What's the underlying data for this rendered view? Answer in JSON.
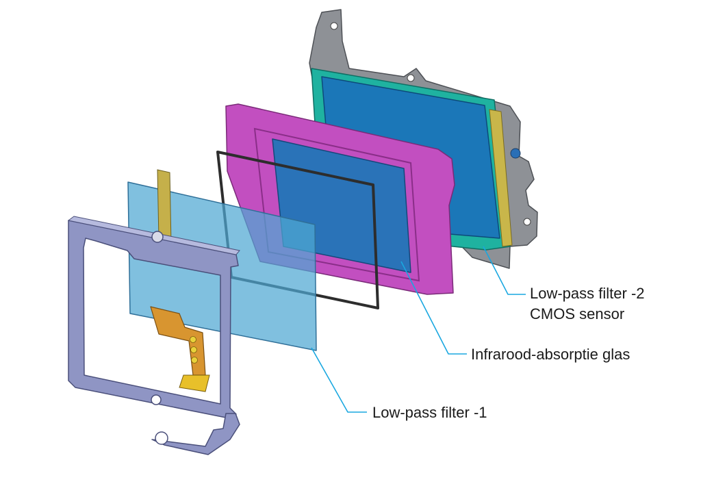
{
  "labels": {
    "lowpass_2": "Low-pass filter -2",
    "cmos": "CMOS sensor",
    "ir_glass": "Infrarood-absorptie glas",
    "lowpass_1": "Low-pass filter -1"
  },
  "colors": {
    "leader_line": "#19a7e0",
    "sensor_bracket": "#8e9196",
    "sensor_board": "#1fb2a0",
    "sensor_glass": "#1b77b8",
    "ir_frame": "#c24fc0",
    "ir_glass": "#2a73b8",
    "gasket": "#2d2d2d",
    "lowpass_glass": "#4fa7d2",
    "front_frame": "#8f95c4",
    "flex_cable": "#d89530"
  }
}
